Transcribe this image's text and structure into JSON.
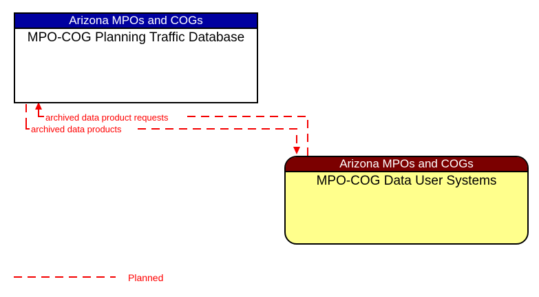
{
  "colors": {
    "top-header-bg": "#0000A0",
    "top-header-text": "#FFFFFF",
    "bottom-header-bg": "#7B0000",
    "bottom-header-text": "#FFFFFF",
    "bottom-body-bg": "#FFFF8C",
    "box-border": "#000000",
    "flow-line": "#F40000",
    "flow-text": "#FF0000"
  },
  "entities": {
    "database": {
      "owner": "Arizona MPOs and COGs",
      "name": "MPO-COG Planning Traffic Database"
    },
    "user_systems": {
      "owner": "Arizona MPOs and COGs",
      "name": "MPO-COG Data User Systems"
    }
  },
  "flows": {
    "requests": {
      "label": "archived data product requests",
      "status": "planned",
      "from": "MPO-COG Data User Systems",
      "to": "MPO-COG Planning Traffic Database"
    },
    "products": {
      "label": "archived data products",
      "status": "planned",
      "from": "MPO-COG Planning Traffic Database",
      "to": "MPO-COG Data User Systems"
    }
  },
  "legend": {
    "planned": "Planned"
  }
}
